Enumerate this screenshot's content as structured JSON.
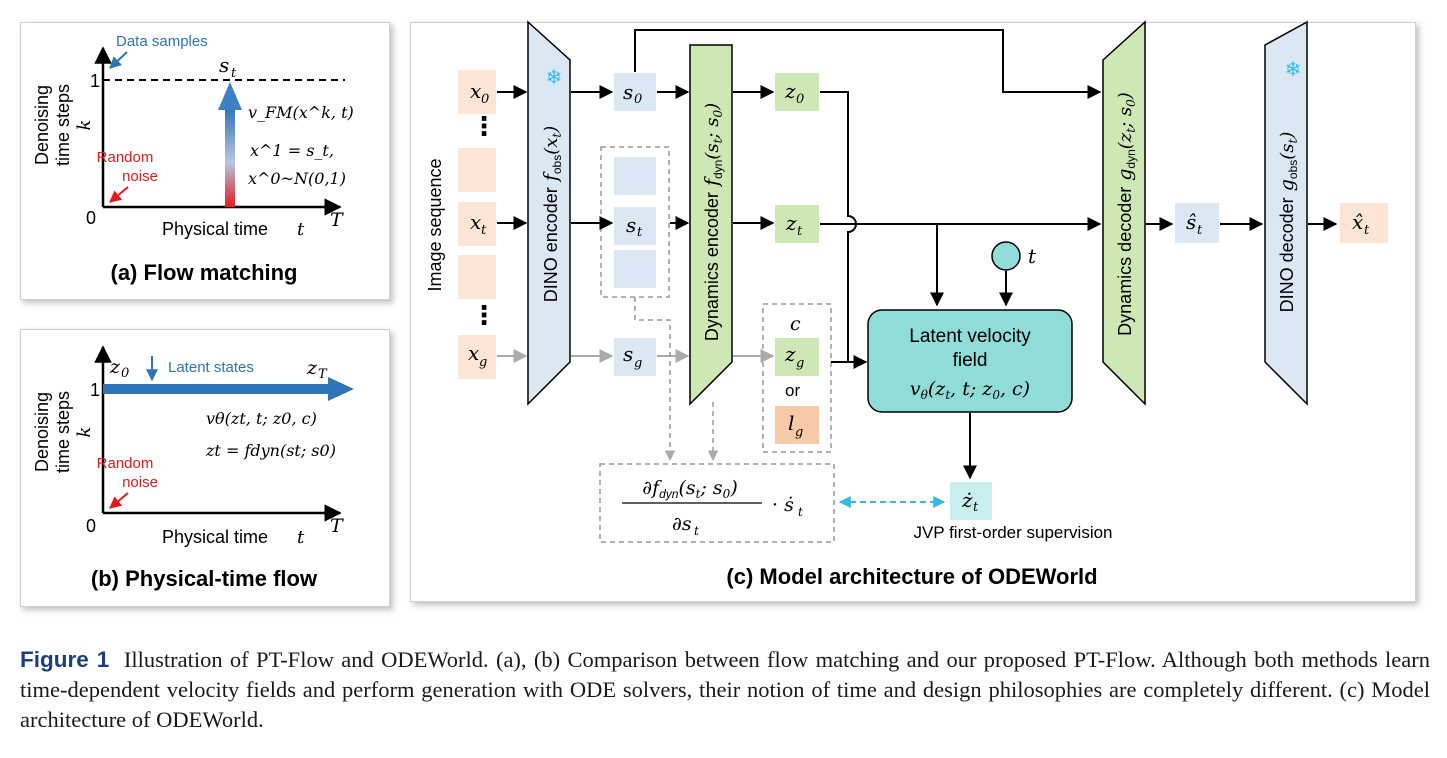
{
  "panel_a": {
    "title": "(a) Flow matching",
    "y_label_1": "Denoising",
    "y_label_2": "time steps",
    "y_var": "k",
    "x_label": "Physical time",
    "x_var": "t",
    "x_end": "T",
    "origin": "0",
    "y_tick": "1",
    "data_samples": "Data samples",
    "random_noise_1": "Random",
    "random_noise_2": "noise",
    "top_label": "s",
    "top_sub": "t",
    "eq1": "v_FM(x^k, t)",
    "eq2": "x^1 = s_t,",
    "eq3": "x^0~N(0,1)"
  },
  "panel_b": {
    "title": "(b) Physical-time flow",
    "y_label_1": "Denoising",
    "y_label_2": "time steps",
    "y_var": "k",
    "x_label": "Physical time",
    "x_var": "t",
    "x_end": "T",
    "origin": "0",
    "y_tick": "1",
    "latent_states": "Latent states",
    "z0": "z",
    "z0_sub": "0",
    "zT": "z",
    "zT_sub": "T",
    "random_noise_1": "Random",
    "random_noise_2": "noise",
    "eq1": "vθ(zt, t; z0, c)",
    "eq2": "zt = fdyn(st; s0)"
  },
  "panel_c": {
    "title": "(c) Model architecture of ODEWorld",
    "image_sequence": "Image sequence",
    "dino_encoder": "DINO encoder",
    "dyn_encoder": "Dynamics encoder",
    "dyn_decoder": "Dynamics decoder",
    "dino_decoder": "DINO decoder",
    "velocity_1": "Latent velocity",
    "velocity_2": "field",
    "or": "or",
    "jvp": "JVP first-order supervision",
    "t_node": "t",
    "c_label": "c"
  },
  "colors": {
    "orange": "#fce4d6",
    "blue": "#dbe7f3",
    "green": "#cde8b5",
    "teal": "#8fdcd8",
    "lg_orange": "#f8c9a6",
    "flow_blue": "#2e75b6",
    "red": "#e31a1c",
    "cyan": "#33bbee"
  },
  "caption": {
    "label": "Figure 1",
    "text": "Illustration of PT-Flow and ODEWorld. (a), (b) Comparison between flow matching and our proposed PT-Flow. Although both methods learn time-dependent velocity fields and perform generation with ODE solvers, their notion of time and design philosophies are completely different. (c) Model architecture of ODEWorld."
  }
}
